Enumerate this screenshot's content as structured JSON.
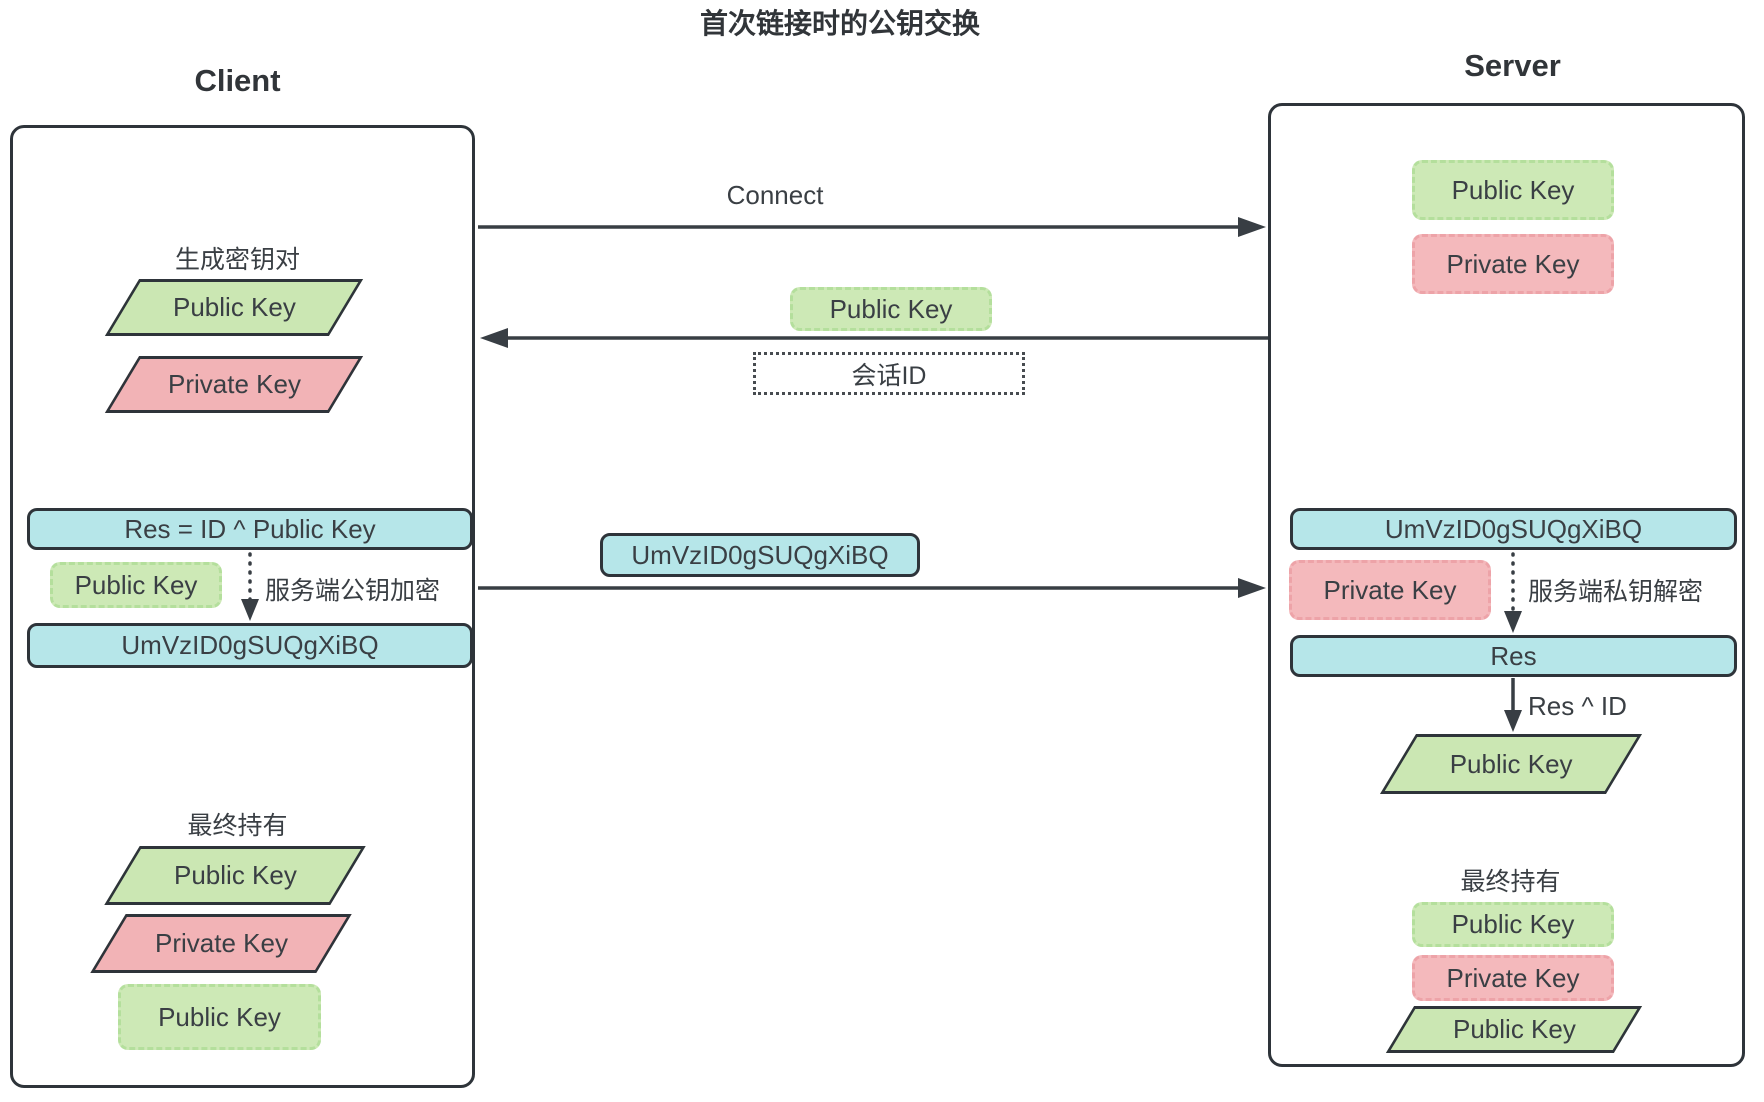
{
  "title": "首次链接时的公钥交换",
  "client": {
    "label": "Client",
    "keygen": {
      "caption": "生成密钥对",
      "public_key": "Public Key",
      "private_key": "Private Key"
    },
    "encrypt": {
      "formula": "Res = ID ^ Public Key",
      "key_label": "Public Key",
      "caption": "服务端公钥加密",
      "ciphertext": "UmVzID0gSUQgXiBQ"
    },
    "final": {
      "caption": "最终持有",
      "public_key": "Public Key",
      "private_key": "Private Key",
      "server_public_key": "Public Key"
    }
  },
  "server": {
    "label": "Server",
    "keys": {
      "public_key": "Public Key",
      "private_key": "Private Key"
    },
    "decrypt": {
      "ciphertext": "UmVzID0gSUQgXiBQ",
      "key_label": "Private Key",
      "caption": "服务端私钥解密",
      "result": "Res",
      "xor_caption": "Res ^ ID",
      "client_public_key": "Public Key"
    },
    "final": {
      "caption": "最终持有",
      "public_key": "Public Key",
      "private_key": "Private Key",
      "client_public_key": "Public Key"
    }
  },
  "messages": {
    "connect": "Connect",
    "server_public_key": "Public Key",
    "session_id": "会话ID",
    "encrypted_payload": "UmVzID0gSUQgXiBQ"
  },
  "colors": {
    "public_key_green": "#cbe7b3",
    "private_key_pink": "#f2b3b6",
    "process_cyan": "#b6e6e9",
    "outline_dark": "#2e343a",
    "text": "#3a3f44"
  }
}
